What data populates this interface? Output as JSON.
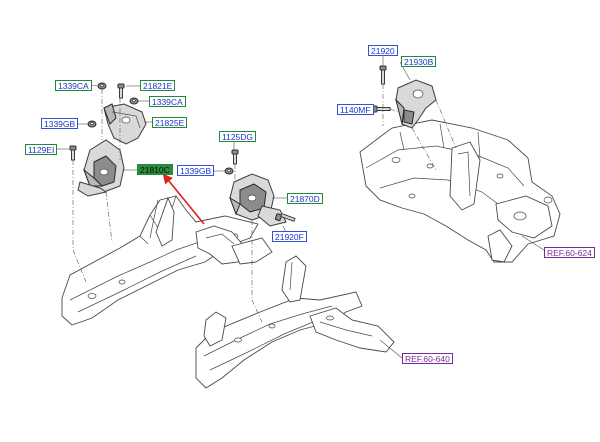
{
  "labels": [
    {
      "id": "p1339ca_a",
      "text": "1339CA",
      "style": "green"
    },
    {
      "id": "p21821e",
      "text": "21821E",
      "style": "green"
    },
    {
      "id": "p1339ca_b",
      "text": "1339CA",
      "style": "green"
    },
    {
      "id": "p1339gb_a",
      "text": "1339GB",
      "style": "blue"
    },
    {
      "id": "p21825e",
      "text": "21825E",
      "style": "green"
    },
    {
      "id": "p1129ei",
      "text": "1129EI",
      "style": "green"
    },
    {
      "id": "p21810c",
      "text": "21810C",
      "style": "selected"
    },
    {
      "id": "p1125dg",
      "text": "1125DG",
      "style": "green"
    },
    {
      "id": "p1339gb_b",
      "text": "1339GB",
      "style": "blue"
    },
    {
      "id": "p21870d",
      "text": "21870D",
      "style": "green"
    },
    {
      "id": "p21920f",
      "text": "21920F",
      "style": "blue"
    },
    {
      "id": "p21920",
      "text": "21920",
      "style": "blue"
    },
    {
      "id": "p21930b",
      "text": "21930B",
      "style": "green"
    },
    {
      "id": "p1140mf",
      "text": "1140MF",
      "style": "blue"
    },
    {
      "id": "ref_60_624",
      "text": "REF.60-624",
      "style": "purple"
    },
    {
      "id": "ref_60_640",
      "text": "REF.60-640",
      "style": "purple"
    }
  ],
  "colors": {
    "label_text": "#1b36c9",
    "border_green": "#1f8a3a",
    "border_blue": "#2e54d8",
    "border_purple": "#7a2a9a",
    "selected_fill": "#2e8b3e",
    "pointer_arrow": "#e0201b"
  }
}
